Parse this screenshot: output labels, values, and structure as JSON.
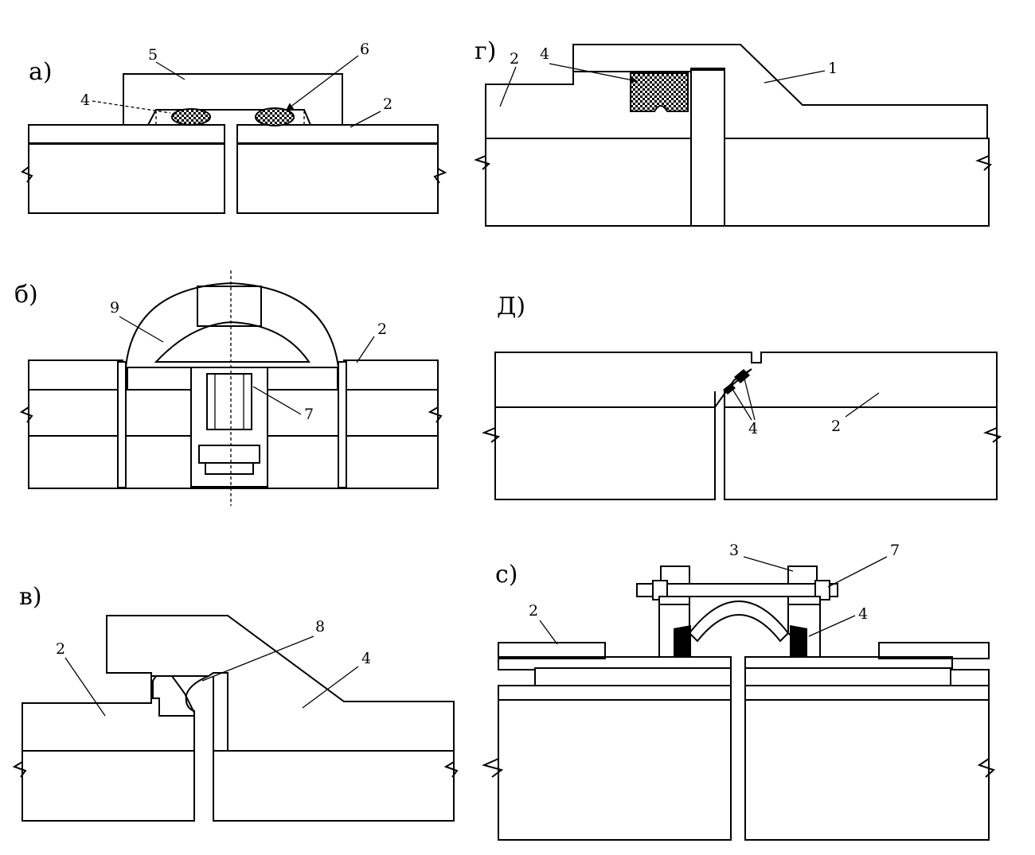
{
  "figure": {
    "panels": [
      {
        "key": "a",
        "label": "а)",
        "callouts": [
          "5",
          "6",
          "4",
          "2"
        ]
      },
      {
        "key": "b",
        "label": "б)",
        "callouts": [
          "9",
          "2",
          "7"
        ]
      },
      {
        "key": "v",
        "label": "в)",
        "callouts": [
          "8",
          "2",
          "4"
        ]
      },
      {
        "key": "g",
        "label": "г)",
        "callouts": [
          "2",
          "4",
          "1"
        ]
      },
      {
        "key": "d",
        "label": "Д)",
        "callouts": [
          "4",
          "2"
        ]
      },
      {
        "key": "s",
        "label": "с)",
        "callouts": [
          "3",
          "7",
          "2",
          "4"
        ]
      }
    ]
  }
}
